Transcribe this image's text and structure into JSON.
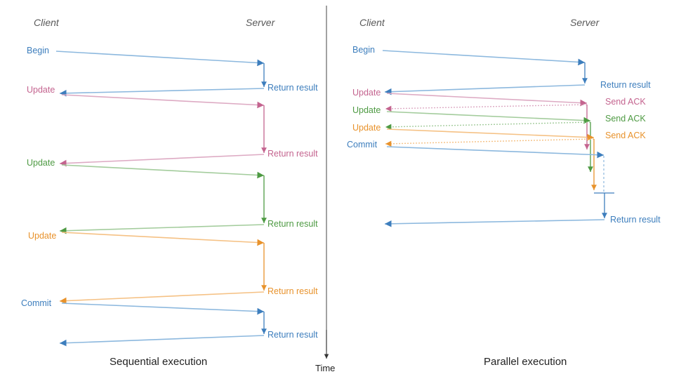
{
  "colors": {
    "blue": "#3d7ebd",
    "blue_light": "#8cb8de",
    "pink": "#c4648f",
    "pink_light": "#ddaac3",
    "green": "#4e9a43",
    "green_light": "#a3cc9c",
    "orange": "#e8922b",
    "orange_light": "#f5c184",
    "axis": "#333333",
    "divider": "#555555",
    "actor_text": "#595959",
    "caption_text": "#222222"
  },
  "axis": {
    "label": "Time"
  },
  "panels": [
    {
      "id": "sequential",
      "caption": "Sequential execution",
      "actors": {
        "client": "Client",
        "server": "Server"
      },
      "client_messages": [
        {
          "label": "Begin",
          "color": "blue"
        },
        {
          "label": "Update",
          "color": "pink"
        },
        {
          "label": "Update",
          "color": "green"
        },
        {
          "label": "Update",
          "color": "orange"
        },
        {
          "label": "Commit",
          "color": "blue"
        }
      ],
      "server_messages": [
        {
          "label": "Return result",
          "color": "blue"
        },
        {
          "label": "Return result",
          "color": "pink"
        },
        {
          "label": "Return result",
          "color": "green"
        },
        {
          "label": "Return result",
          "color": "orange"
        },
        {
          "label": "Return result",
          "color": "blue"
        }
      ]
    },
    {
      "id": "parallel",
      "caption": "Parallel execution",
      "actors": {
        "client": "Client",
        "server": "Server"
      },
      "client_messages": [
        {
          "label": "Begin",
          "color": "blue"
        },
        {
          "label": "Update",
          "color": "pink"
        },
        {
          "label": "Update",
          "color": "green"
        },
        {
          "label": "Update",
          "color": "orange"
        },
        {
          "label": "Commit",
          "color": "blue"
        }
      ],
      "server_messages": [
        {
          "label": "Return result",
          "color": "blue"
        },
        {
          "label": "Send ACK",
          "color": "pink"
        },
        {
          "label": "Send ACK",
          "color": "green"
        },
        {
          "label": "Send ACK",
          "color": "orange"
        },
        {
          "label": "Return result",
          "color": "blue"
        }
      ]
    }
  ]
}
